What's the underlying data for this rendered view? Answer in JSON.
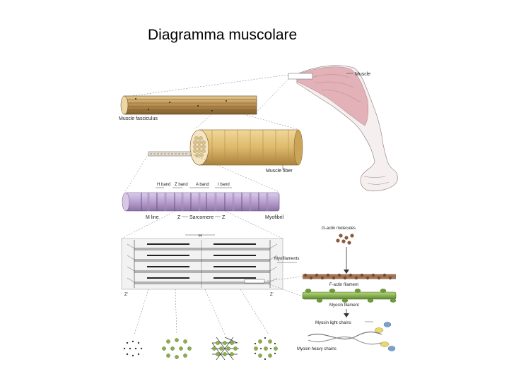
{
  "title": "Diagramma muscolare",
  "labels": {
    "muscle": "Muscle",
    "muscle_fasciculus": "Muscle fasciculus",
    "muscle_fiber": "Muscle fiber",
    "h_band": "H band",
    "z_band": "Z band",
    "a_band": "A band",
    "i_band": "I band",
    "m_line": "M line",
    "z_left": "Z",
    "sarcomere": "Sarcomere",
    "z_right": "Z",
    "myofibril": "Myofibril",
    "h_mark": "H",
    "myofilaments": "Myofilaments",
    "z_bottom_left": "Z'",
    "z_bottom_right": "Z'",
    "g_actin": "G-actin molecules",
    "f_actin": "F-actin filament",
    "myosin_filament": "Myosin filament",
    "myosin_light": "Myosin light chains",
    "myosin_heavy": "Myosin heavy chains"
  },
  "colors": {
    "fasciculus": "#c9a36a",
    "fiber": "#e2c27a",
    "myofibril": "#b9a0cf",
    "actin": "#8a5a3c",
    "myosin": "#7fa84a",
    "arm": "#f3eaea",
    "muscle_tint": "#e8bfc4"
  }
}
